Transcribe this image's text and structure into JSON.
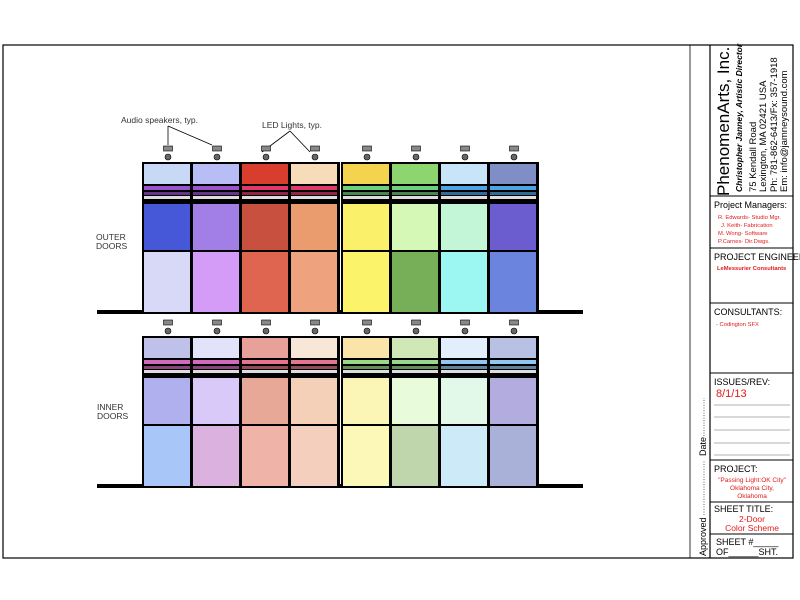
{
  "drawing": {
    "annotations": {
      "audio": "Audio speakers, typ.",
      "led": "LED Lights, typ."
    },
    "outer_label_line1": "OUTER",
    "outer_label_line2": "DOORS",
    "inner_label_line1": "INNER",
    "inner_label_line2": "DOORS",
    "outer_doors": [
      {
        "top": "#c8d9f5",
        "band": "#9b51d0",
        "upper": "#4657d8",
        "lower": "#d8d9f6"
      },
      {
        "top": "#b9bdf5",
        "band": "#9b51d0",
        "upper": "#a27fe7",
        "lower": "#d59cf7"
      },
      {
        "top": "#d83d2e",
        "band": "#e0386b",
        "upper": "#c8503f",
        "lower": "#df6550"
      },
      {
        "top": "#f7dcb9",
        "band": "#e0386b",
        "upper": "#ea9c6e",
        "lower": "#eea27e"
      },
      {
        "top": "#f4d34e",
        "band": "#6bd07a",
        "upper": "#fbf06a",
        "lower": "#fbf46a"
      },
      {
        "top": "#8dd66f",
        "band": "#6bd07a",
        "upper": "#d6f8b6",
        "lower": "#77af59"
      },
      {
        "top": "#c8e4f8",
        "band": "#49a4e8",
        "upper": "#c3f6d6",
        "lower": "#9cf6f2"
      },
      {
        "top": "#7f8ec4",
        "band": "#49a4e8",
        "upper": "#6b5dcf",
        "lower": "#6b84dd"
      }
    ],
    "inner_doors": [
      {
        "top": "#c0c1ea",
        "band": "#d06abf",
        "upper": "#b0b0ef",
        "lower": "#a9c6f8"
      },
      {
        "top": "#e2e2fa",
        "band": "#d06abf",
        "upper": "#d9c9f8",
        "lower": "#dbb1e0"
      },
      {
        "top": "#e8a198",
        "band": "#e4758a",
        "upper": "#e8a898",
        "lower": "#efb3a8"
      },
      {
        "top": "#f8e7d6",
        "band": "#e4758a",
        "upper": "#f5d0b8",
        "lower": "#f5cfbd"
      },
      {
        "top": "#fae4a8",
        "band": "#98d889",
        "upper": "#fbf6b6",
        "lower": "#fbf8b8"
      },
      {
        "top": "#cfe8b6",
        "band": "#98d889",
        "upper": "#e8fbdb",
        "lower": "#bfd5ac"
      },
      {
        "top": "#e2eefb",
        "band": "#90c6ef",
        "upper": "#e2f8e8",
        "lower": "#cceaf8"
      },
      {
        "top": "#b8c1e4",
        "band": "#90c6ef",
        "upper": "#b3acde",
        "lower": "#aab1d8"
      }
    ]
  },
  "title_block": {
    "company": "PhenomenArts, Inc.",
    "director": "Christopher Janney, Artistic Director",
    "address1": "75 Kendall Road",
    "address2": "Lexington, MA 02421 USA",
    "phone": "Ph: 781-862-6413/Fx: 357-1918",
    "email": "Em: info@jamneysound.com",
    "pm_heading": "Project Managers:",
    "pm_lines": [
      "R. Edwards- Studio Mgr.",
      "J. Keith- Fabrication",
      "M. Wong- Software",
      "P.Carnes- Dir.Dwgs."
    ],
    "pe_heading": "PROJECT ENGINEER:",
    "pe_value": "LeMessurier Consultants",
    "consultants_heading": "CONSULTANTS:",
    "consultants_value": "- Codington SFX",
    "issues_heading": "ISSUES/REV:",
    "issues_value": "8/1/13",
    "project_heading": "PROJECT:",
    "project_line1": "\"Passing Light:OK City\"",
    "project_line2": "Oklahoma City,",
    "project_line3": "Oklahoma",
    "sheet_title_heading": "SHEET TITLE:",
    "sheet_title_line1": "2-Door",
    "sheet_title_line2": "Color Scheme",
    "sheet_num": "SHEET #_____",
    "sheet_of": "OF______SHT."
  },
  "approval": {
    "approved": "Approved",
    "date": "Date"
  }
}
